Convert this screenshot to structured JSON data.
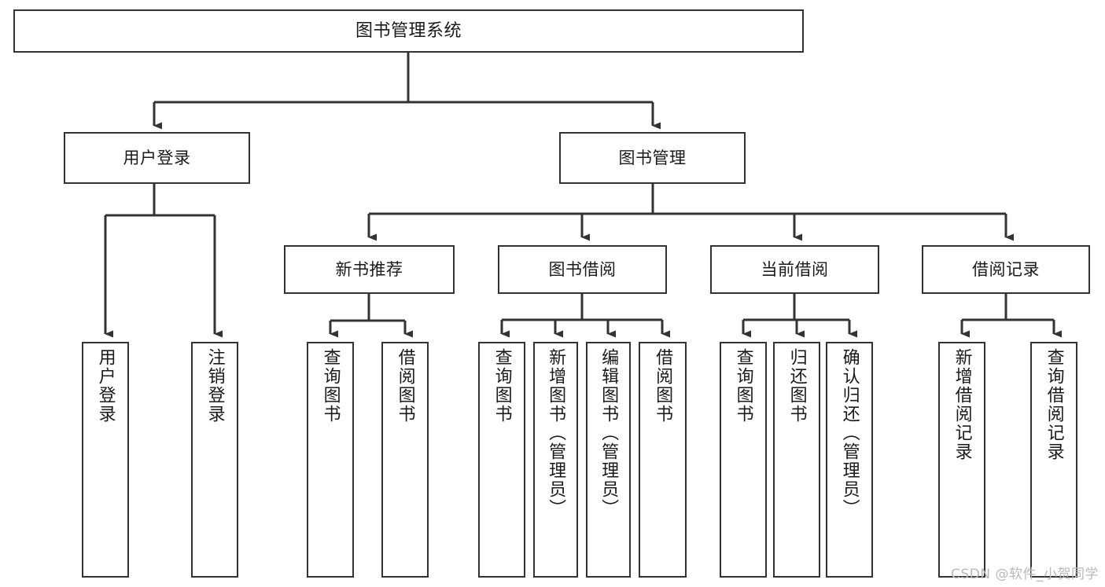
{
  "diagram": {
    "type": "tree-hierarchy-chart",
    "title": "图书管理系统",
    "root": {
      "id": "root",
      "label": "图书管理系统"
    },
    "level2": [
      {
        "id": "user-login",
        "label": "用户登录"
      },
      {
        "id": "book-manage",
        "label": "图书管理"
      }
    ],
    "level3": [
      {
        "id": "new-book-rec",
        "label": "新书推荐"
      },
      {
        "id": "book-borrow",
        "label": "图书借阅"
      },
      {
        "id": "current-borrow",
        "label": "当前借阅"
      },
      {
        "id": "borrow-record",
        "label": "借阅记录"
      }
    ],
    "leaves": {
      "user_login": [
        {
          "id": "leaf-user-login",
          "label": "用户登录"
        },
        {
          "id": "leaf-logout",
          "label": "注销登录"
        }
      ],
      "new_book_rec": [
        {
          "id": "leaf-query-book-1",
          "label": "查询图书"
        },
        {
          "id": "leaf-borrow-book-1",
          "label": "借阅图书"
        }
      ],
      "book_borrow": [
        {
          "id": "leaf-query-book-2",
          "label": "查询图书"
        },
        {
          "id": "leaf-add-book",
          "label": "新增图书（管理员）"
        },
        {
          "id": "leaf-edit-book",
          "label": "编辑图书（管理员）"
        },
        {
          "id": "leaf-borrow-book-2",
          "label": "借阅图书"
        }
      ],
      "current_borrow": [
        {
          "id": "leaf-query-book-3",
          "label": "查询图书"
        },
        {
          "id": "leaf-return-book",
          "label": "归还图书"
        },
        {
          "id": "leaf-confirm-return",
          "label": "确认归还（管理员）"
        }
      ],
      "borrow_record": [
        {
          "id": "leaf-add-record",
          "label": "新增借阅记录"
        },
        {
          "id": "leaf-query-record",
          "label": "查询借阅记录"
        }
      ]
    }
  },
  "watermark": {
    "text": "CSDN @软件_小贺同学"
  },
  "colors": {
    "box_border": "#333333",
    "box_fill": "#ffffff",
    "text": "#1a1a1a",
    "connector": "#333333",
    "watermark": "#b9b9b9"
  }
}
